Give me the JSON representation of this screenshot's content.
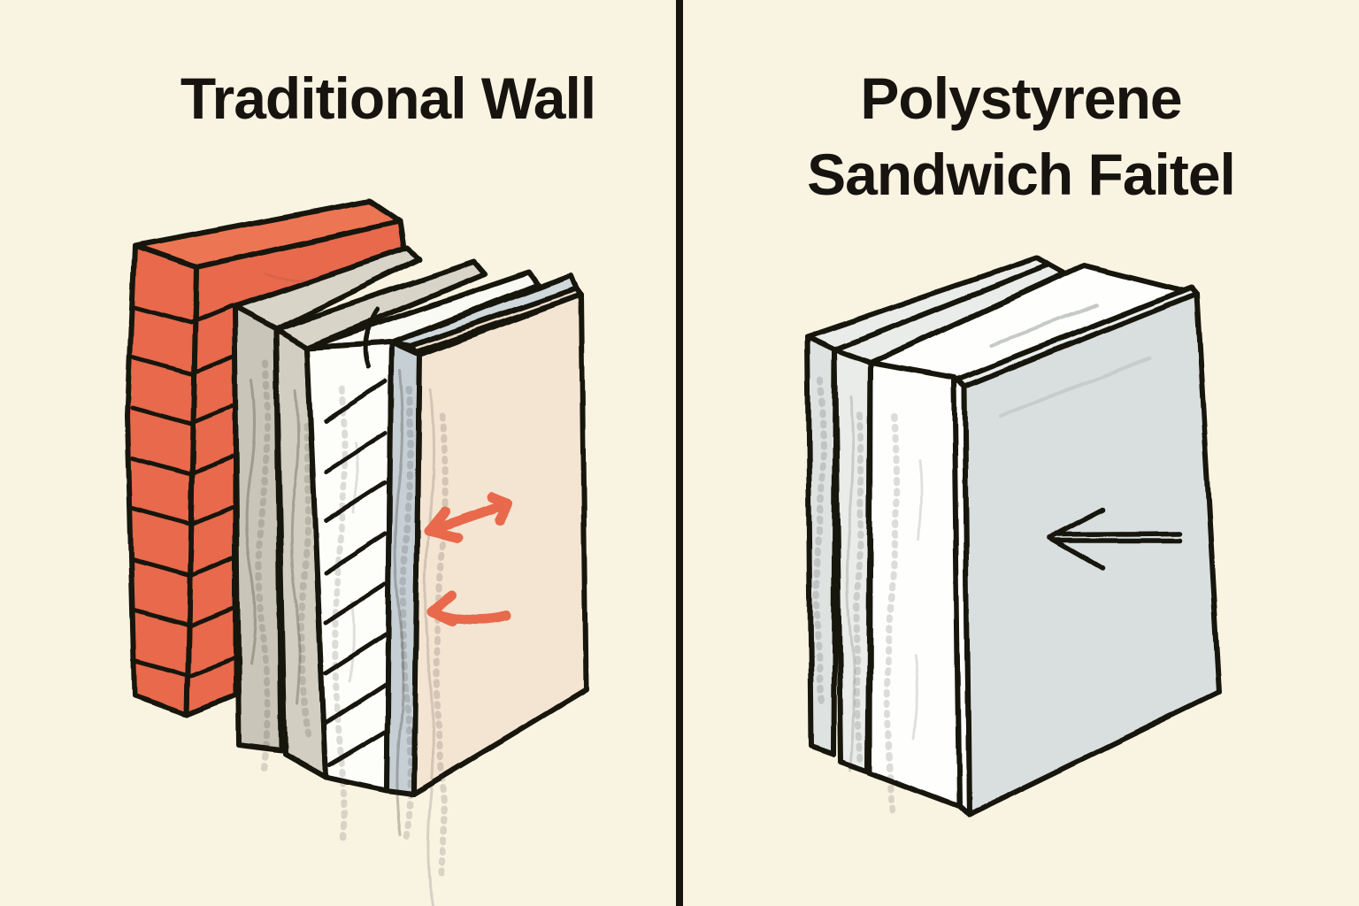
{
  "titles": {
    "left": "Traditional Wall",
    "right_line1": "Polystyrene",
    "right_line2": "Sandwich Faitel"
  },
  "icons": {
    "left_arrows": "heat-escape-arrows",
    "right_arrow": "heat-blocked-left-arrow"
  },
  "colors": {
    "paper": "#F9F3E2",
    "ink": "#17130F",
    "brick": "#E8694B",
    "brick-top": "#EC7452",
    "plaster": "#C9C5B8",
    "plaster-light": "#D2CEC1",
    "plaster-strip": "#D8D4C8",
    "insulation": "#FDFDFA",
    "strip-white": "#FAFAF5",
    "membrane": "#C6CFD3",
    "membrane-strip": "#CFD8DB",
    "board": "#F4E4D2",
    "board-strip": "#EEDECC",
    "arrow-accent": "#E8694B",
    "slab-gray": "#DEE2E0",
    "slab-gray-light": "#E9ECE9",
    "panel-white": "#FEFEFD",
    "panel-front": "#D9DFDE",
    "front-strip": "#E9EDEB"
  }
}
